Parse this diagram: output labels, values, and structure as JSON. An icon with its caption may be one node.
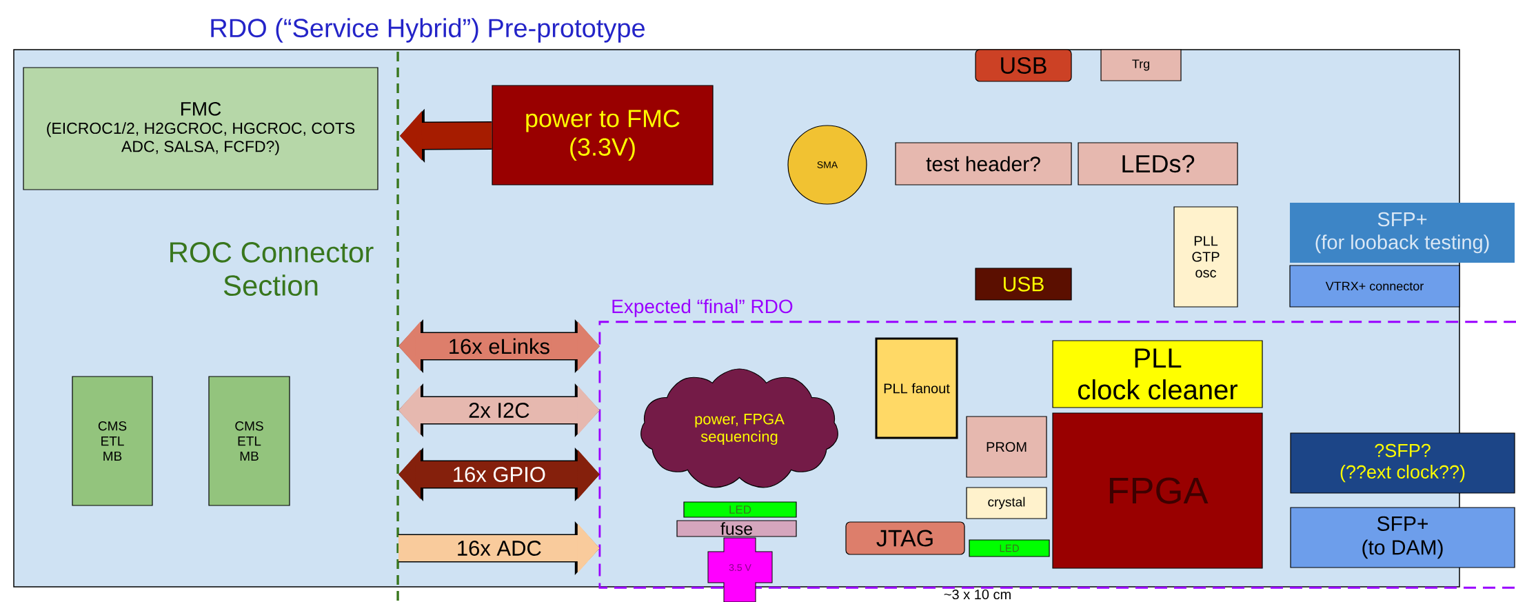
{
  "diagram": {
    "title": "RDO (“Service Hybrid”) Pre-prototype",
    "nodes": [
      {
        "text": [],
        "shape": "box"
      },
      {
        "text": [
          "FMC",
          "(EICROC1/2, H2GCROC, HGCROC, COTS ADC, SALSA, FCFD?)"
        ],
        "in": 0
      },
      {
        "text": [
          "power to FMC",
          "(3.3V)"
        ],
        "in": 0
      },
      {
        "text": [
          "USB"
        ],
        "in": 0
      },
      {
        "text": [
          "Trg"
        ],
        "in": 0
      },
      {
        "text": [
          "SMA"
        ],
        "in": 0
      },
      {
        "text": [
          "test header?"
        ],
        "in": 0
      },
      {
        "text": [
          "LEDs?"
        ],
        "in": 0
      },
      {
        "text": [
          "PLL GTP osc"
        ],
        "in": 0
      },
      {
        "text": [
          "SFP+",
          "(for looback testing)"
        ]
      },
      {
        "text": [
          "USB"
        ],
        "in": 0
      },
      {
        "text": [
          "VTRX+ connector"
        ],
        "in": 0
      },
      {
        "text": [
          "Expected “final” RDO"
        ]
      },
      {
        "text": [
          "CMS ETL MB"
        ],
        "in": 0
      },
      {
        "text": [
          "CMS ETL MB"
        ],
        "in": 0
      },
      {
        "text": [
          "PLL fanout"
        ],
        "in": 12
      },
      {
        "text": [
          "PLL",
          "clock cleaner"
        ],
        "in": 12
      },
      {
        "text": [
          "power, FPGA sequencing"
        ],
        "in": 12
      },
      {
        "text": [
          "PROM"
        ],
        "in": 12
      },
      {
        "text": [
          "FPGA"
        ],
        "in": 12
      },
      {
        "text": [
          "?SFP?",
          "(??ext clock??)"
        ],
        "in": 12
      },
      {
        "text": [
          "crystal"
        ],
        "in": 12
      },
      {
        "text": [
          "LED"
        ],
        "in": 12
      },
      {
        "text": [
          "fuse"
        ],
        "in": 12
      },
      {
        "text": [
          "JTAG"
        ],
        "in": 12
      },
      {
        "text": [
          "LED"
        ],
        "in": 12
      },
      {
        "text": [
          "SFP+",
          "(to DAM)"
        ],
        "in": 12
      },
      {
        "text": [
          "3.5 V"
        ]
      }
    ],
    "edges": [
      {
        "from": 2,
        "to": null,
        "arrow": "to",
        "color": "#a61c00"
      },
      {
        "from": null,
        "to": 12,
        "arrow": "both",
        "label": "16x eLinks",
        "color": "#dd7e6b"
      },
      {
        "from": null,
        "to": 12,
        "arrow": "both",
        "label": "2x I2C",
        "color": "#e6b8af"
      },
      {
        "from": null,
        "to": 12,
        "arrow": "both",
        "label": "16x GPIO",
        "color": "#85200c"
      },
      {
        "from": null,
        "to": 12,
        "arrow": "to",
        "label": "16x ADC",
        "color": "#f9cb9c"
      }
    ],
    "labels": [
      "ROC Connector Section",
      "~3 x 10 cm"
    ]
  }
}
